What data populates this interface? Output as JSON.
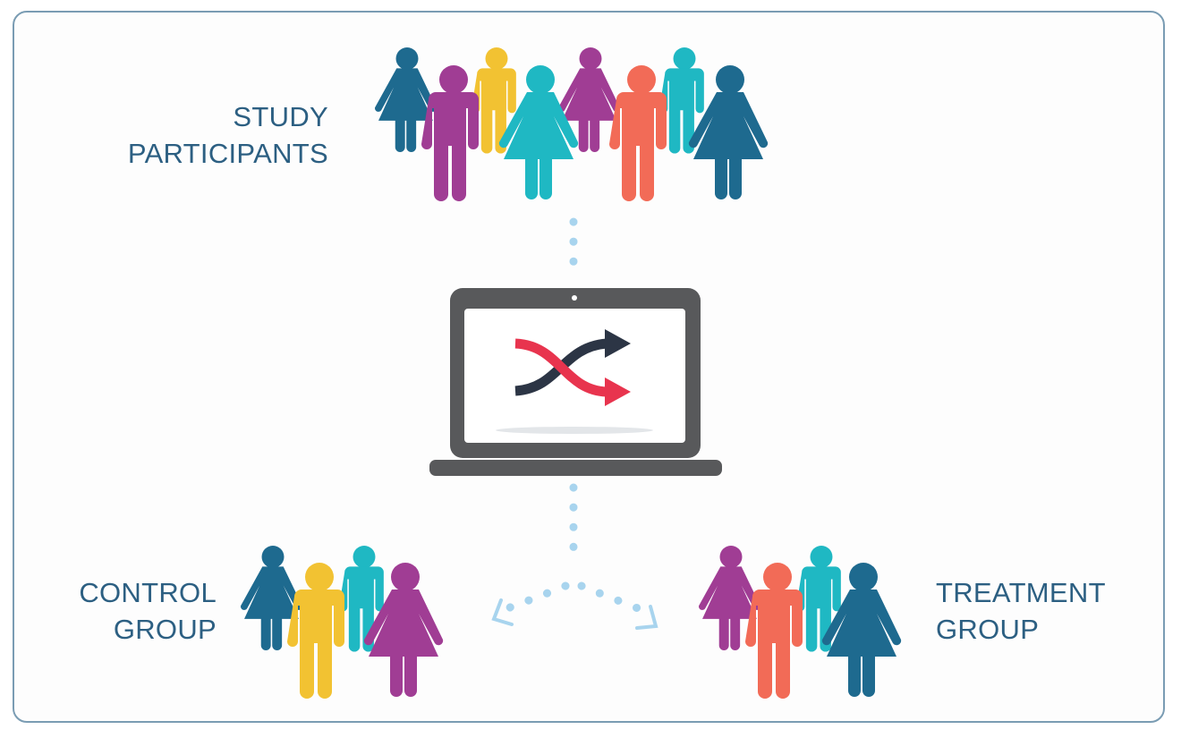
{
  "labels": {
    "study": [
      "STUDY",
      "PARTICIPANTS"
    ],
    "control": [
      "CONTROL",
      "GROUP"
    ],
    "treatment": [
      "TREATMENT",
      "GROUP"
    ]
  },
  "colors": {
    "frame": "#7a9cb3",
    "label_text": "#2c5f82",
    "navy": "#1e6a8f",
    "purple": "#a03d94",
    "yellow": "#f2c232",
    "teal": "#1fb8c3",
    "coral": "#f26b57",
    "dots": "#a8d4ee",
    "laptop": "#58595b",
    "arrow_dark": "#2c3545",
    "arrow_red": "#e8344e"
  },
  "icons": {
    "laptop": "laptop-icon",
    "shuffle": "shuffle-icon",
    "person_male": "male-person-icon",
    "person_female": "female-person-icon"
  },
  "groups": {
    "study": [
      "navy-female",
      "purple-male",
      "yellow-male",
      "teal-female",
      "purple-female",
      "coral-male",
      "teal-male",
      "navy-female"
    ],
    "control": [
      "navy-female",
      "yellow-male",
      "teal-male",
      "purple-female"
    ],
    "treatment": [
      "purple-female",
      "coral-male",
      "teal-male",
      "navy-female"
    ]
  }
}
